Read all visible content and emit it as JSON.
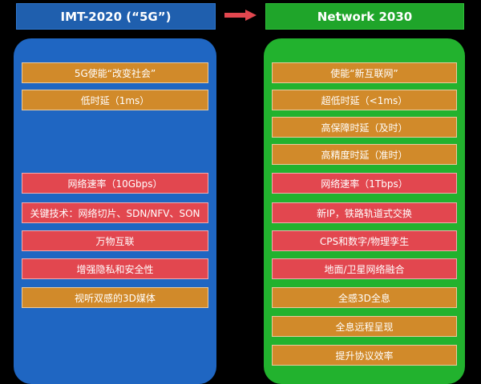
{
  "header_left": "IMT-2020 (“5G”)",
  "header_right": "Network 2030",
  "colors": {
    "orange_box": "#d18a2a",
    "red_box": "#e2474f",
    "left_panel": "#1f66c2",
    "right_panel": "#22b22e",
    "arrow": "#e2474f"
  },
  "left_items": [
    {
      "label": "5G使能“改变社会”",
      "color": "orange"
    },
    {
      "label": "低时延（1ms）",
      "color": "orange"
    },
    {
      "label": "网络速率（10Gbps）",
      "color": "red"
    },
    {
      "label": "关键技术：网络切片、SDN/NFV、SON",
      "color": "red"
    },
    {
      "label": "万物互联",
      "color": "red"
    },
    {
      "label": "增强隐私和安全性",
      "color": "red"
    },
    {
      "label": "视听双感的3D媒体",
      "color": "orange"
    }
  ],
  "right_items": [
    {
      "label": "使能“新互联网”",
      "color": "orange"
    },
    {
      "label": "超低时延（<1ms）",
      "color": "orange"
    },
    {
      "label": "高保障时延（及时）",
      "color": "orange"
    },
    {
      "label": "高精度时延（准时）",
      "color": "orange"
    },
    {
      "label": "网络速率（1Tbps）",
      "color": "red"
    },
    {
      "label": "新IP，铁路轨道式交换",
      "color": "red"
    },
    {
      "label": "CPS和数字/物理孪生",
      "color": "red"
    },
    {
      "label": "地面/卫星网络融合",
      "color": "red"
    },
    {
      "label": "全感3D全息",
      "color": "orange"
    },
    {
      "label": "全息远程呈现",
      "color": "orange"
    },
    {
      "label": "提升协议效率",
      "color": "orange"
    }
  ]
}
